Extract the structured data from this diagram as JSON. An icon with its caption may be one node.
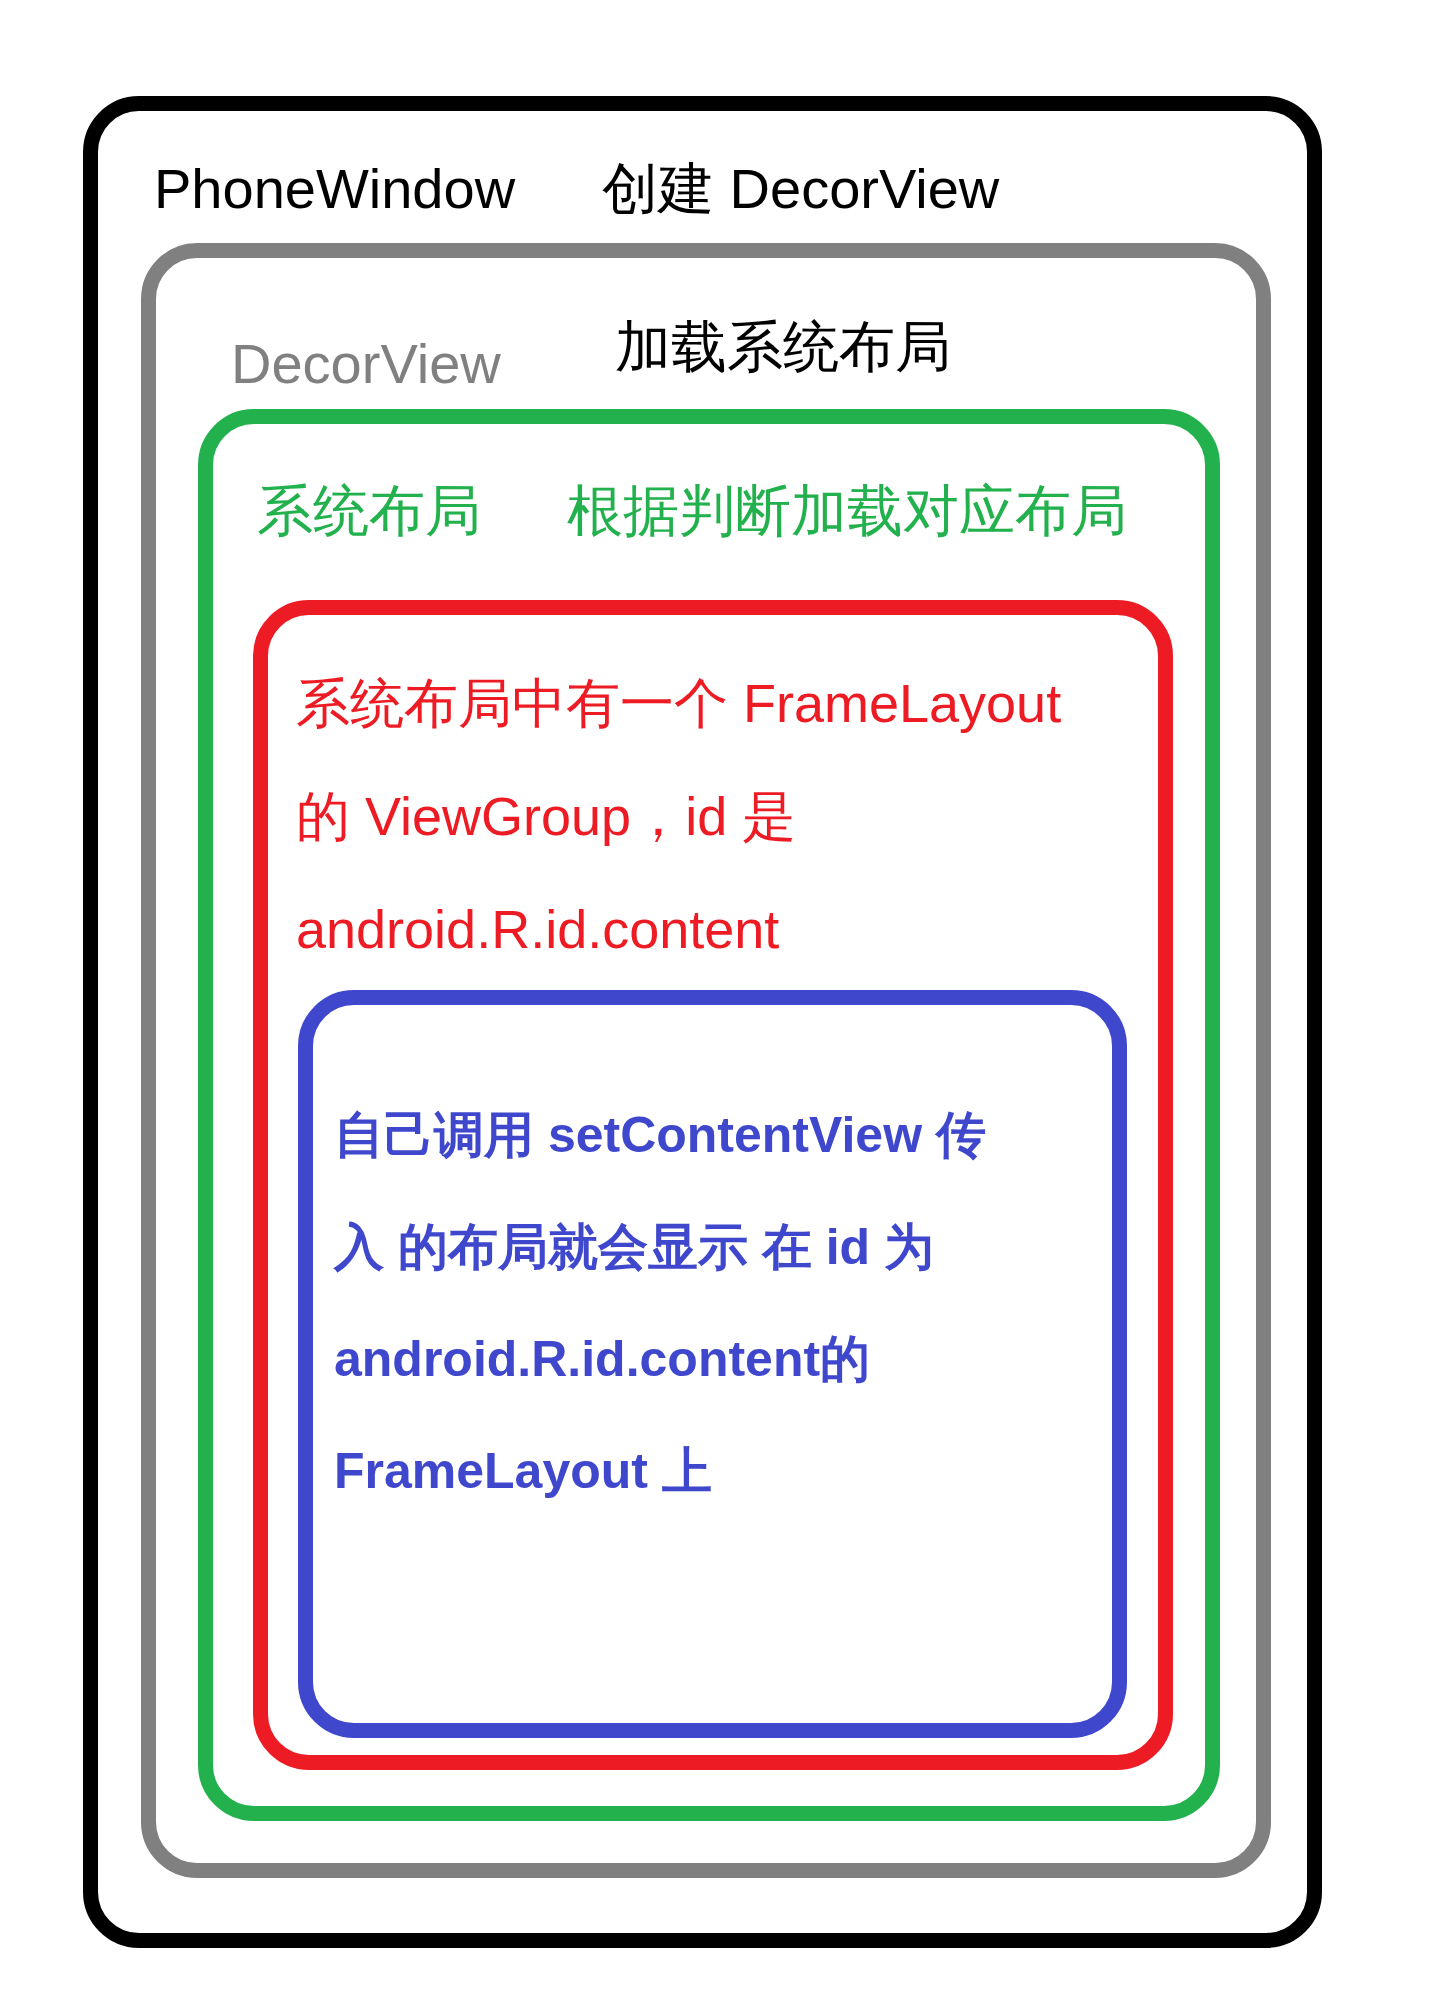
{
  "diagram": {
    "nodes": [
      {
        "text": [
          "PhoneWindow",
          "创建 DecorView"
        ]
      },
      {
        "text": [
          "DecorView",
          "加载系统布局"
        ],
        "in": 0
      },
      {
        "text": [
          "系统布局",
          "根据判断加载对应布局"
        ],
        "in": 1
      },
      {
        "text": [
          "系统布局中有一个 FrameLayout 的 ViewGroup，id 是 android.R.id.content"
        ],
        "in": 2
      },
      {
        "text": [
          "自己调用 setContentView 传入 的布局就会显示 在 id 为 android.R.id.content的 FrameLayout 上"
        ],
        "in": 3
      }
    ]
  }
}
